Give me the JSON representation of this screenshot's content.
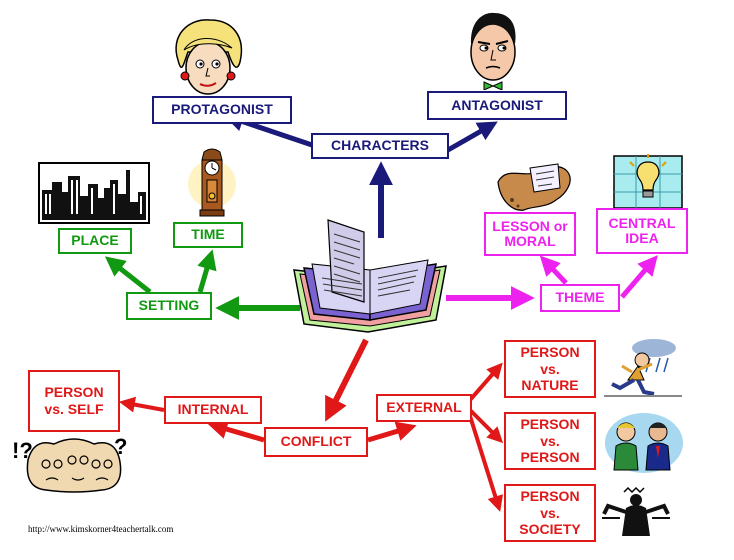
{
  "characters": {
    "label": "CHARACTERS",
    "protagonist": "PROTAGONIST",
    "antagonist": "ANTAGONIST"
  },
  "setting": {
    "label": "SETTING",
    "place": "PLACE",
    "time": "TIME"
  },
  "theme": {
    "label": "THEME",
    "lesson": "LESSON or MORAL",
    "central_idea": "CENTRAL IDEA"
  },
  "conflict": {
    "label": "CONFLICT",
    "internal": "INTERNAL",
    "external": "EXTERNAL",
    "self": "PERSON vs. SELF",
    "nature": "PERSON vs. NATURE",
    "person": "PERSON vs. PERSON",
    "society": "PERSON vs. SOCIETY"
  },
  "footer_url": "http://www.kimskorner4teachertalk.com",
  "colors": {
    "characters": "#1a1a7a",
    "setting": "#119911",
    "theme": "#ee22ee",
    "conflict": "#e01818"
  },
  "icons": [
    "woman-face-icon",
    "man-face-icon",
    "city-skyline-icon",
    "grandfather-clock-icon",
    "open-book-icon",
    "treasure-map-icon",
    "lightbulb-puzzle-icon",
    "running-man-storm-icon",
    "two-men-icon",
    "frustrated-man-icon",
    "confused-faces-icon"
  ]
}
